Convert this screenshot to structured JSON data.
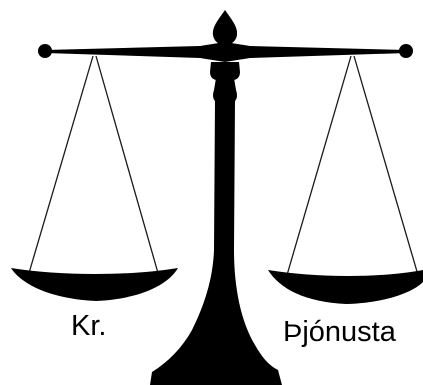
{
  "illustration": {
    "subject": "balance-scale",
    "fill_color": "#000000",
    "line_color": "#1a1a1a",
    "background": "#ffffff"
  },
  "labels": {
    "left_pan": "Kr.",
    "right_pan": "Þjónusta"
  }
}
